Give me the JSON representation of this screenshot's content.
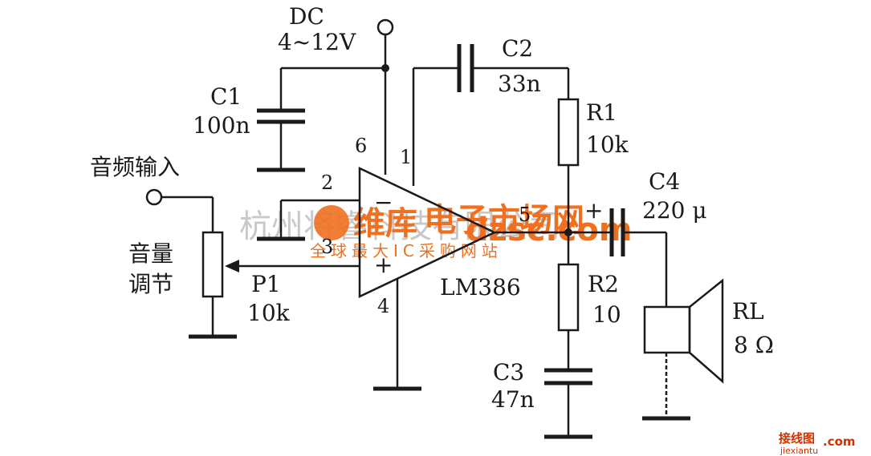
{
  "supply": {
    "label": "DC",
    "voltage": "4~12V"
  },
  "input_label": "音频输入",
  "volume_label_line1": "音量",
  "volume_label_line2": "调节",
  "ic": {
    "name": "LM386",
    "pins": {
      "p1": "1",
      "p2": "2",
      "p3": "3",
      "p4": "4",
      "p5": "5",
      "p6": "6"
    },
    "minus": "−",
    "plus": "+"
  },
  "components": {
    "c1": {
      "name": "C1",
      "value": "100n"
    },
    "c2": {
      "name": "C2",
      "value": "33n"
    },
    "c3": {
      "name": "C3",
      "value": "47n"
    },
    "c4": {
      "name": "C4",
      "value": "220 μ",
      "polarity": "+"
    },
    "r1": {
      "name": "R1",
      "value": "10k"
    },
    "r2": {
      "name": "R2",
      "value": "10"
    },
    "p1": {
      "name": "P1",
      "value": "10k"
    },
    "rl": {
      "name": "RL",
      "value": "8 Ω"
    }
  },
  "watermark": {
    "company": "杭州将睿科技有限公司",
    "brand": "维库",
    "brand_suffix": "电子市场网",
    "domain": "dzsc.com",
    "tagline": "全球最大IC采购网站",
    "corner_cn": "接线图",
    "corner_domain": ".com",
    "corner_pinyin": "jiexiantu"
  }
}
